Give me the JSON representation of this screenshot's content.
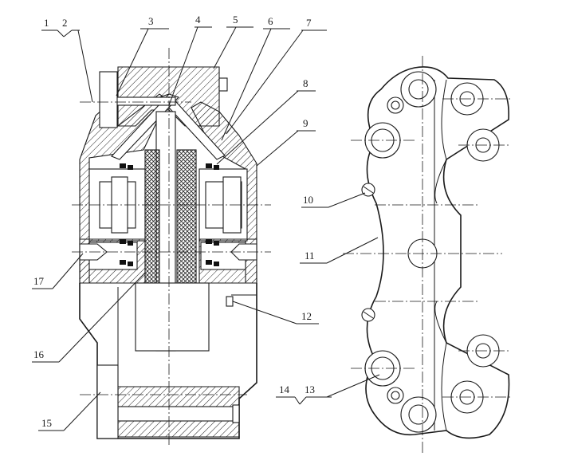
{
  "figure": {
    "callouts": [
      {
        "id": "1",
        "text": "1"
      },
      {
        "id": "2",
        "text": "2"
      },
      {
        "id": "3",
        "text": "3"
      },
      {
        "id": "4",
        "text": "4"
      },
      {
        "id": "5",
        "text": "5"
      },
      {
        "id": "6",
        "text": "6"
      },
      {
        "id": "7",
        "text": "7"
      },
      {
        "id": "8",
        "text": "8"
      },
      {
        "id": "9",
        "text": "9"
      },
      {
        "id": "10",
        "text": "10"
      },
      {
        "id": "11",
        "text": "11"
      },
      {
        "id": "12",
        "text": "12"
      },
      {
        "id": "13",
        "text": "13"
      },
      {
        "id": "14",
        "text": "14"
      },
      {
        "id": "15",
        "text": "15"
      },
      {
        "id": "16",
        "text": "16"
      },
      {
        "id": "17",
        "text": "17"
      }
    ]
  }
}
